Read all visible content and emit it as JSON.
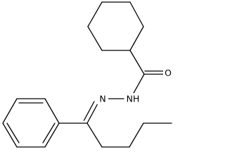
{
  "molecule": {
    "atoms": {
      "oxygen": "O",
      "imine_nitrogen": "N",
      "hydrazide_nitrogen": "NH"
    }
  },
  "colors": {
    "bond": "#000000",
    "background": "#ffffff"
  }
}
